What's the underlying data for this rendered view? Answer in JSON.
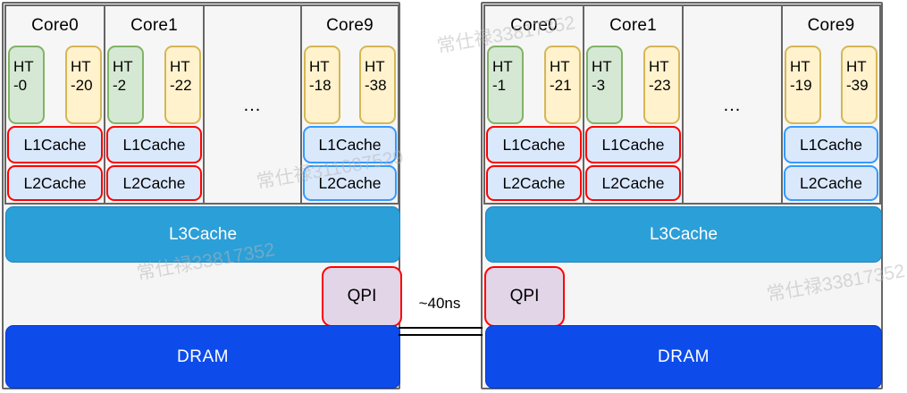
{
  "diagram": {
    "description": "Dual-socket CPU topology with hyperthreads, cache hierarchy, QPI link and DRAM"
  },
  "sockets": [
    {
      "side": "left",
      "cores": [
        {
          "label": "Core0",
          "ht": [
            {
              "line1": "HT",
              "line2": "-0"
            },
            {
              "line1": "HT",
              "line2": "-20"
            }
          ],
          "l1": "L1Cache",
          "l2": "L2Cache"
        },
        {
          "label": "Core1",
          "ht": [
            {
              "line1": "HT",
              "line2": "-2"
            },
            {
              "line1": "HT",
              "line2": "-22"
            }
          ],
          "l1": "L1Cache",
          "l2": "L2Cache"
        },
        {
          "ellipsis": "..."
        },
        {
          "label": "Core9",
          "ht": [
            {
              "line1": "HT",
              "line2": "-18"
            },
            {
              "line1": "HT",
              "line2": "-38"
            }
          ],
          "l1": "L1Cache",
          "l2": "L2Cache"
        }
      ],
      "l3": "L3Cache",
      "qpi": "QPI",
      "dram": "DRAM"
    },
    {
      "side": "right",
      "cores": [
        {
          "label": "Core0",
          "ht": [
            {
              "line1": "HT",
              "line2": "-1"
            },
            {
              "line1": "HT",
              "line2": "-21"
            }
          ],
          "l1": "L1Cache",
          "l2": "L2Cache"
        },
        {
          "label": "Core1",
          "ht": [
            {
              "line1": "HT",
              "line2": "-3"
            },
            {
              "line1": "HT",
              "line2": "-23"
            }
          ],
          "l1": "L1Cache",
          "l2": "L2Cache"
        },
        {
          "ellipsis": "..."
        },
        {
          "label": "Core9",
          "ht": [
            {
              "line1": "HT",
              "line2": "-19"
            },
            {
              "line1": "HT",
              "line2": "-39"
            }
          ],
          "l1": "L1Cache",
          "l2": "L2Cache"
        }
      ],
      "l3": "L3Cache",
      "qpi": "QPI",
      "dram": "DRAM"
    }
  ],
  "link": {
    "latency": "~40ns"
  },
  "watermarks": [
    {
      "text": "常仕禄33817352"
    },
    {
      "text": "常仕禄311087529"
    },
    {
      "text": "常仕禄33817352"
    },
    {
      "text": "常仕禄33817352"
    }
  ],
  "colors": {
    "ht_green_fill": "#d5e8d4",
    "ht_green_border": "#82b366",
    "ht_yellow_fill": "#fff2cc",
    "ht_yellow_border": "#d6b656",
    "cache_fill": "#dae8fc",
    "cache_border_red": "#ff0000",
    "cache_border_blue": "#3399ff",
    "l3_fill": "#2b9fd8",
    "qpi_fill": "#e1d5e7",
    "qpi_border": "#ff0000",
    "dram_fill": "#0d4ceb",
    "socket_bg": "#f5f5f5",
    "frame_gray": "#666666"
  }
}
